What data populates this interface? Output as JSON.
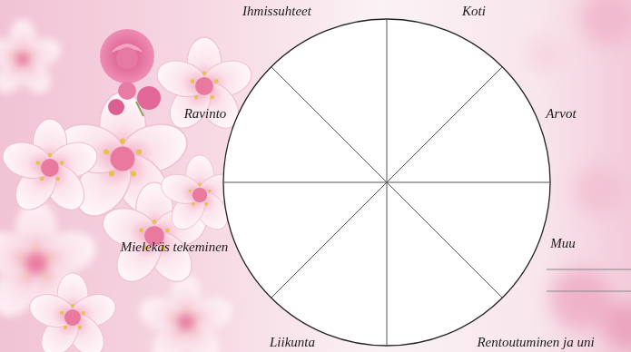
{
  "diagram": {
    "labels": [
      "Ihmissuhteet",
      "Koti",
      "Ravinto",
      "Arvot",
      "Muu",
      "Mielekäs tekeminen",
      "Liikunta",
      "Rentoutuminen ja uni"
    ]
  }
}
